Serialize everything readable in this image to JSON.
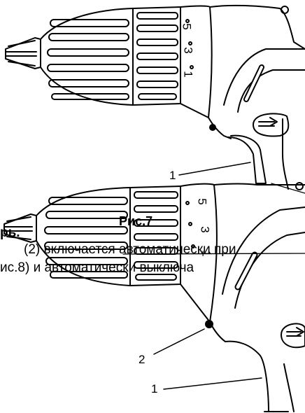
{
  "figure_top": {
    "callout_1": "1",
    "scale": [
      "5",
      "3",
      "1"
    ]
  },
  "caption": "Рис.7",
  "section_heading_fragment": "рь.",
  "text_lines": [
    "(2) включается автоматически при",
    "ис.8)   и   автоматически   выключа"
  ],
  "figure_bottom": {
    "callout_2": "2",
    "callout_1": "1",
    "scale": [
      "5",
      "3",
      "1"
    ]
  }
}
